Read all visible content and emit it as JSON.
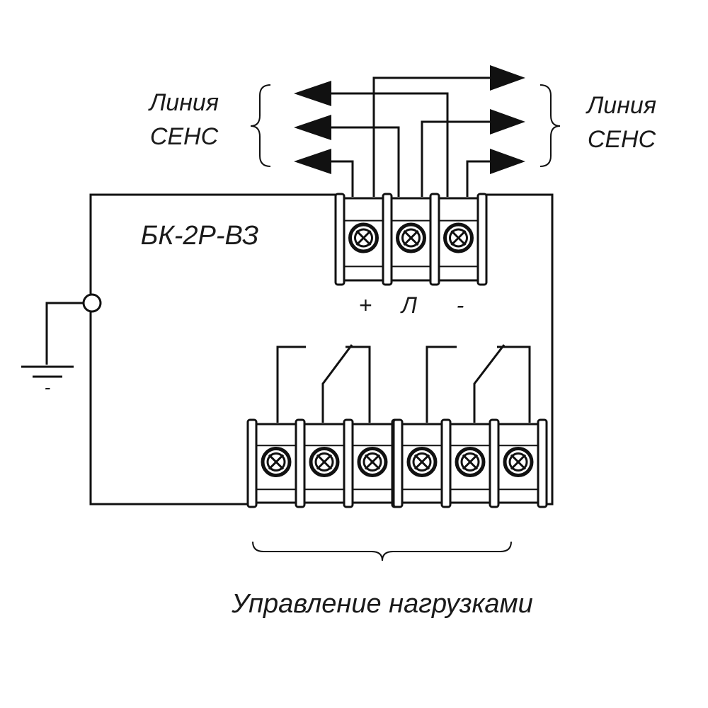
{
  "labels": {
    "sense_line_left": [
      "Линия",
      "СЕНС"
    ],
    "sense_line_right": [
      "Линия",
      "СЕНС"
    ],
    "device_name": "БК-2Р-ВЗ",
    "terminal_plus": "+",
    "terminal_line": "Л",
    "terminal_minus": "-",
    "ground_minus": "-",
    "load_control": "Управление нагрузками"
  },
  "icons": {
    "ground": "ground-icon",
    "screw": "screw-terminal-icon",
    "relay_contact": "relay-switch-icon",
    "arrow": "arrow-icon"
  },
  "colors": {
    "ink": "#111111",
    "terminal_fill": "#ffffff"
  }
}
